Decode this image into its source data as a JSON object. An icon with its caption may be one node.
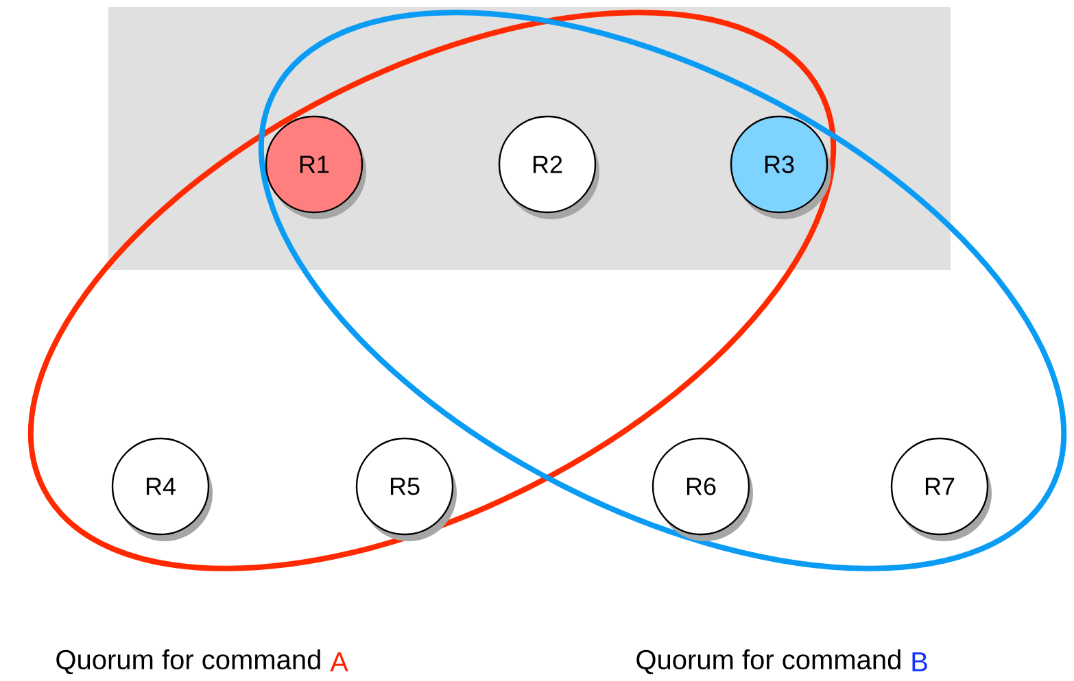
{
  "diagram": {
    "nodes": [
      {
        "text": [
          "R1"
        ]
      },
      {
        "text": [
          "R2"
        ]
      },
      {
        "text": [
          "R3"
        ]
      },
      {
        "text": [
          "R4"
        ]
      },
      {
        "text": [
          "R5"
        ]
      },
      {
        "text": [
          "R6"
        ]
      },
      {
        "text": [
          "R7"
        ]
      }
    ],
    "labels": [
      "Quorum for command",
      "A",
      "Quorum for command",
      "B"
    ]
  }
}
